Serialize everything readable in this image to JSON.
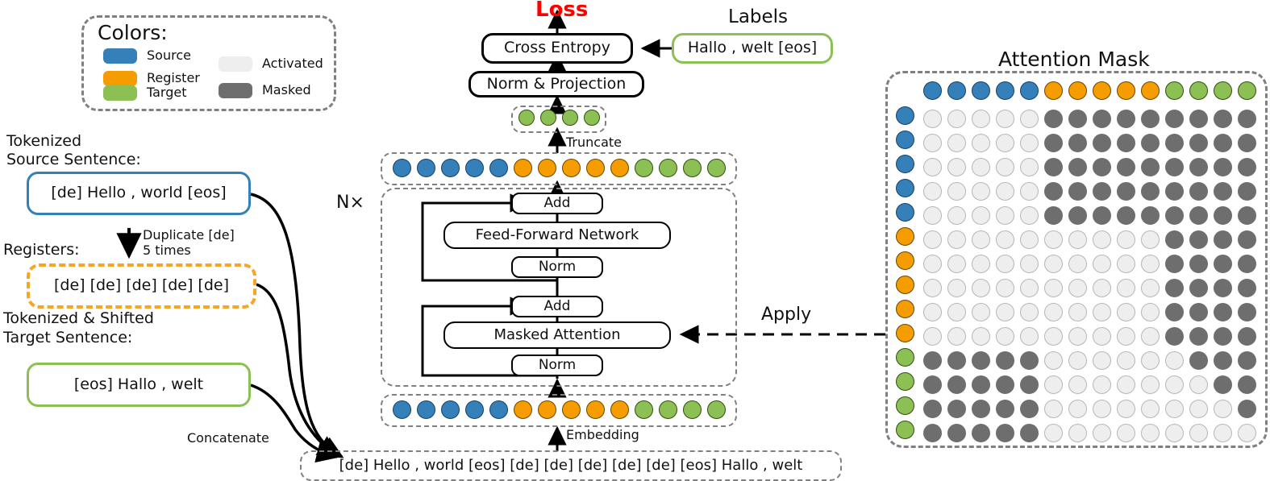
{
  "legend": {
    "title": "Colors:",
    "items": [
      {
        "label": "Source",
        "color": "#3580b8"
      },
      {
        "label": "Register",
        "color": "#f59c00"
      },
      {
        "label": "Target",
        "color": "#8cc055"
      },
      {
        "label": "Activated",
        "color": "#eeeeee"
      },
      {
        "label": "Masked",
        "color": "#6e6e6e"
      }
    ]
  },
  "left": {
    "source_caption_line1": "Tokenized",
    "source_caption_line2": "Source Sentence:",
    "source_text": "[de] Hello , world [eos]",
    "registers_caption": "Registers:",
    "duplicate_line1": "Duplicate [de]",
    "duplicate_line2": "5 times",
    "registers_text": "[de] [de] [de] [de] [de]",
    "target_caption_line1": "Tokenized & Shifted",
    "target_caption_line2": "Target Sentence:",
    "target_text": "[eos] Hallo , welt",
    "concatenate_label": "Concatenate"
  },
  "center": {
    "loss_label": "Loss",
    "loss_color": "#ff0000",
    "cross_entropy_label": "Cross Entropy",
    "norm_projection_label": "Norm & Projection",
    "labels_caption": "Labels",
    "labels_text": "Hallo , welt [eos]",
    "truncate_label": "Truncate",
    "embedding_label": "Embedding",
    "nx_label": "N×",
    "add_label_top": "Add",
    "ffn_label": "Feed-Forward Network",
    "norm_label_top": "Norm",
    "add_label_bottom": "Add",
    "masked_attention_label": "Masked Attention",
    "norm_label_bottom": "Norm",
    "apply_label": "Apply",
    "concatenated_text": "[de] Hello , world [eos] [de] [de] [de] [de] [de] [eos] Hallo , welt",
    "truncated_tokens": [
      "target",
      "target",
      "target",
      "target"
    ],
    "token_row": [
      "source",
      "source",
      "source",
      "source",
      "source",
      "register",
      "register",
      "register",
      "register",
      "register",
      "target",
      "target",
      "target",
      "target"
    ]
  },
  "mask": {
    "title": "Attention Mask",
    "col_types": [
      "source",
      "source",
      "source",
      "source",
      "source",
      "register",
      "register",
      "register",
      "register",
      "register",
      "target",
      "target",
      "target",
      "target"
    ],
    "row_types": [
      "source",
      "source",
      "source",
      "source",
      "source",
      "register",
      "register",
      "register",
      "register",
      "register",
      "target",
      "target",
      "target",
      "target"
    ],
    "rows": [
      [
        "a",
        "a",
        "a",
        "a",
        "a",
        "m",
        "m",
        "m",
        "m",
        "m",
        "m",
        "m",
        "m",
        "m"
      ],
      [
        "a",
        "a",
        "a",
        "a",
        "a",
        "m",
        "m",
        "m",
        "m",
        "m",
        "m",
        "m",
        "m",
        "m"
      ],
      [
        "a",
        "a",
        "a",
        "a",
        "a",
        "m",
        "m",
        "m",
        "m",
        "m",
        "m",
        "m",
        "m",
        "m"
      ],
      [
        "a",
        "a",
        "a",
        "a",
        "a",
        "m",
        "m",
        "m",
        "m",
        "m",
        "m",
        "m",
        "m",
        "m"
      ],
      [
        "a",
        "a",
        "a",
        "a",
        "a",
        "m",
        "m",
        "m",
        "m",
        "m",
        "m",
        "m",
        "m",
        "m"
      ],
      [
        "a",
        "a",
        "a",
        "a",
        "a",
        "a",
        "a",
        "a",
        "a",
        "a",
        "m",
        "m",
        "m",
        "m"
      ],
      [
        "a",
        "a",
        "a",
        "a",
        "a",
        "a",
        "a",
        "a",
        "a",
        "a",
        "m",
        "m",
        "m",
        "m"
      ],
      [
        "a",
        "a",
        "a",
        "a",
        "a",
        "a",
        "a",
        "a",
        "a",
        "a",
        "m",
        "m",
        "m",
        "m"
      ],
      [
        "a",
        "a",
        "a",
        "a",
        "a",
        "a",
        "a",
        "a",
        "a",
        "a",
        "m",
        "m",
        "m",
        "m"
      ],
      [
        "a",
        "a",
        "a",
        "a",
        "a",
        "a",
        "a",
        "a",
        "a",
        "a",
        "m",
        "m",
        "m",
        "m"
      ],
      [
        "m",
        "m",
        "m",
        "m",
        "m",
        "a",
        "a",
        "a",
        "a",
        "a",
        "a",
        "m",
        "m",
        "m"
      ],
      [
        "m",
        "m",
        "m",
        "m",
        "m",
        "a",
        "a",
        "a",
        "a",
        "a",
        "a",
        "a",
        "m",
        "m"
      ],
      [
        "m",
        "m",
        "m",
        "m",
        "m",
        "a",
        "a",
        "a",
        "a",
        "a",
        "a",
        "a",
        "a",
        "m"
      ],
      [
        "m",
        "m",
        "m",
        "m",
        "m",
        "a",
        "a",
        "a",
        "a",
        "a",
        "a",
        "a",
        "a",
        "a"
      ]
    ]
  }
}
